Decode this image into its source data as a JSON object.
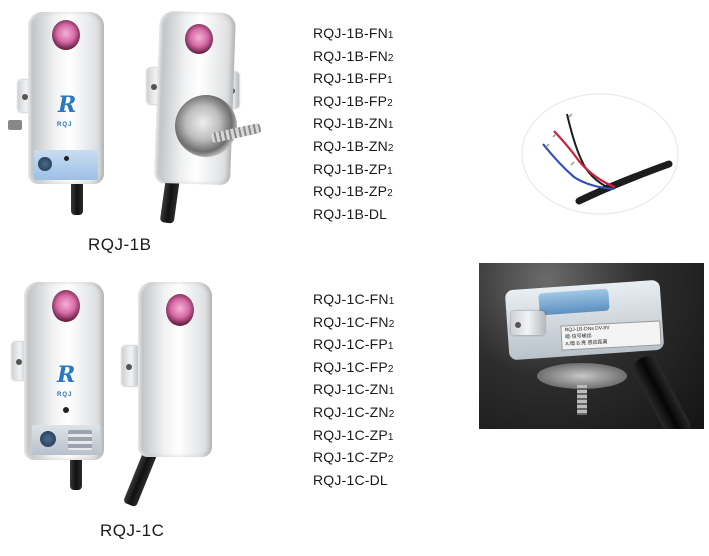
{
  "series_1b": {
    "caption": "RQJ-1B",
    "models": [
      {
        "base": "RQJ-1B-FN",
        "sub": "1"
      },
      {
        "base": "RQJ-1B-FN",
        "sub": "2"
      },
      {
        "base": "RQJ-1B-FP",
        "sub": "1"
      },
      {
        "base": "RQJ-1B-FP",
        "sub": "2"
      },
      {
        "base": "RQJ-1B-ZN",
        "sub": "1"
      },
      {
        "base": "RQJ-1B-ZN",
        "sub": "2"
      },
      {
        "base": "RQJ-1B-ZP",
        "sub": "1"
      },
      {
        "base": "RQJ-1B-ZP",
        "sub": "2"
      },
      {
        "base": "RQJ-1B-DL",
        "sub": ""
      }
    ]
  },
  "series_1c": {
    "caption": "RQJ-1C",
    "models": [
      {
        "base": "RQJ-1C-FN",
        "sub": "1"
      },
      {
        "base": "RQJ-1C-FN",
        "sub": "2"
      },
      {
        "base": "RQJ-1C-FP",
        "sub": "1"
      },
      {
        "base": "RQJ-1C-FP",
        "sub": "2"
      },
      {
        "base": "RQJ-1C-ZN",
        "sub": "1"
      },
      {
        "base": "RQJ-1C-ZN",
        "sub": "2"
      },
      {
        "base": "RQJ-1C-ZP",
        "sub": "1"
      },
      {
        "base": "RQJ-1C-ZP",
        "sub": "2"
      },
      {
        "base": "RQJ-1C-DL",
        "sub": ""
      }
    ]
  },
  "logo": {
    "mark": "R",
    "text": "RQJ"
  },
  "photo_label": {
    "line1": "RQJ-1B-DNs  DV-8V",
    "line2": "暗·信号输出",
    "line3": "A:暗 B:亮 感应距离"
  },
  "colors": {
    "text": "#1a1a1a",
    "accent_blue": "#2a78c2",
    "eye_pink": "#d86ba8"
  }
}
